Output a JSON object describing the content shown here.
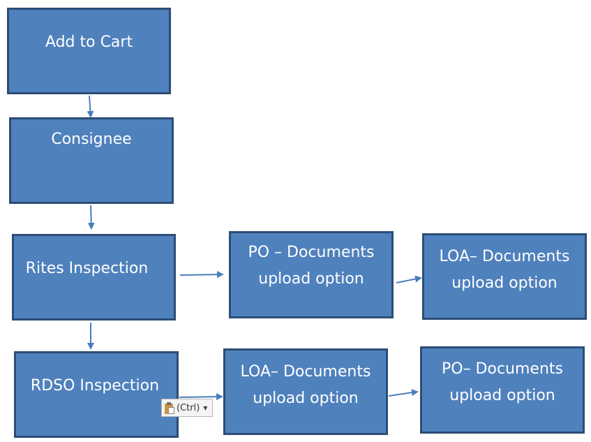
{
  "diagram": {
    "nodes": {
      "add_to_cart": {
        "label": "Add to Cart"
      },
      "consignee": {
        "label": "Consignee"
      },
      "rites_inspection": {
        "label": "Rites Inspection"
      },
      "rdso_inspection": {
        "label": "RDSO Inspection"
      },
      "po_docs_1": {
        "line1": "PO – Documents",
        "line2": "upload option"
      },
      "loa_docs_1": {
        "line1": "LOA– Documents",
        "line2": "upload option"
      },
      "loa_docs_2": {
        "line1": "LOA– Documents",
        "line2": "upload option"
      },
      "po_docs_2": {
        "line1": "PO– Documents",
        "line2": "upload option"
      }
    },
    "edges": [
      {
        "from": "add_to_cart",
        "to": "consignee"
      },
      {
        "from": "consignee",
        "to": "rites_inspection"
      },
      {
        "from": "rites_inspection",
        "to": "rdso_inspection"
      },
      {
        "from": "rites_inspection",
        "to": "po_docs_1"
      },
      {
        "from": "po_docs_1",
        "to": "loa_docs_1"
      },
      {
        "from": "rdso_inspection",
        "to": "loa_docs_2"
      },
      {
        "from": "loa_docs_2",
        "to": "po_docs_2"
      }
    ],
    "colors": {
      "box_fill": "#4f81bd",
      "box_border": "#2c4d75",
      "arrow": "#4a7ebb",
      "text": "#ffffff"
    }
  },
  "paste_options": {
    "label": "(Ctrl)",
    "icon": "clipboard-paste-icon"
  }
}
